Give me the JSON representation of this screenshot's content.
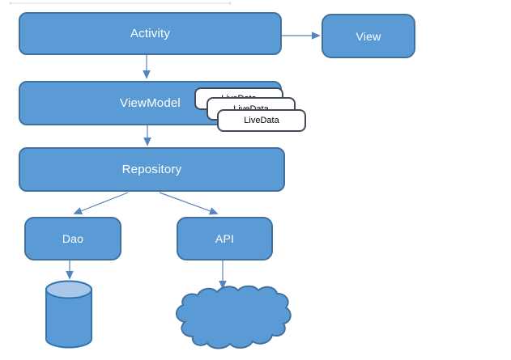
{
  "diagram": {
    "nodes": {
      "activity": {
        "label": "Activity"
      },
      "view": {
        "label": "View"
      },
      "viewmodel": {
        "label": "ViewModel"
      },
      "livedata_back": {
        "label": "LiveData"
      },
      "livedata_middle": {
        "label": "LiveData"
      },
      "livedata_front": {
        "label": "LiveData"
      },
      "repository": {
        "label": "Repository"
      },
      "dao": {
        "label": "Dao"
      },
      "api": {
        "label": "API"
      }
    },
    "shapes": {
      "database_cylinder": "database-cylinder",
      "network_cloud": "network-cloud"
    },
    "edges": [
      {
        "from": "Activity",
        "to": "View"
      },
      {
        "from": "Activity",
        "to": "ViewModel"
      },
      {
        "from": "ViewModel",
        "to": "Repository"
      },
      {
        "from": "Repository",
        "to": "Dao"
      },
      {
        "from": "Repository",
        "to": "API"
      },
      {
        "from": "Dao",
        "to": "database-cylinder"
      },
      {
        "from": "API",
        "to": "network-cloud"
      }
    ],
    "colors": {
      "node_fill": "#5b9bd5",
      "node_border": "#41719c",
      "node_text": "#ffffff",
      "livedata_fill": "#ffffff",
      "livedata_border": "#414b5a",
      "livedata_text": "#000000",
      "arrow": "#5585c0",
      "cylinder_body_fill": "#5b9bd5",
      "cylinder_top_fill": "#a9c7e8",
      "cylinder_border": "#2e75b6",
      "cloud_fill": "#5b9bd5",
      "cloud_border": "#41719c",
      "background": "#ffffff"
    }
  }
}
